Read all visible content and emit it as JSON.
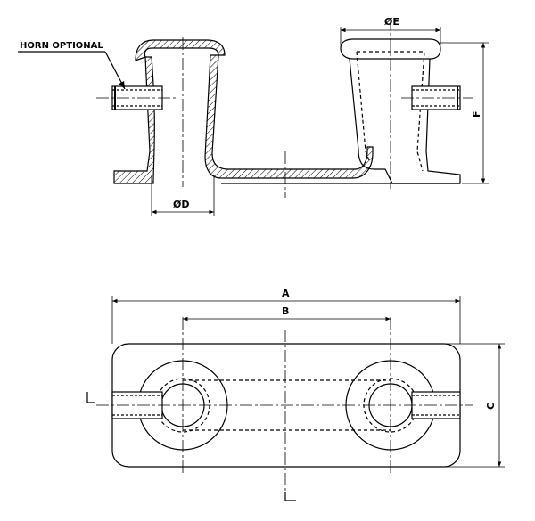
{
  "labels": {
    "horn_optional": "HORN OPTIONAL",
    "dim_e": "ØE",
    "dim_d": "ØD",
    "dim_f": "F",
    "dim_a": "A",
    "dim_b": "B",
    "dim_c": "C"
  },
  "colors": {
    "line": "#000000",
    "background": "#ffffff"
  }
}
